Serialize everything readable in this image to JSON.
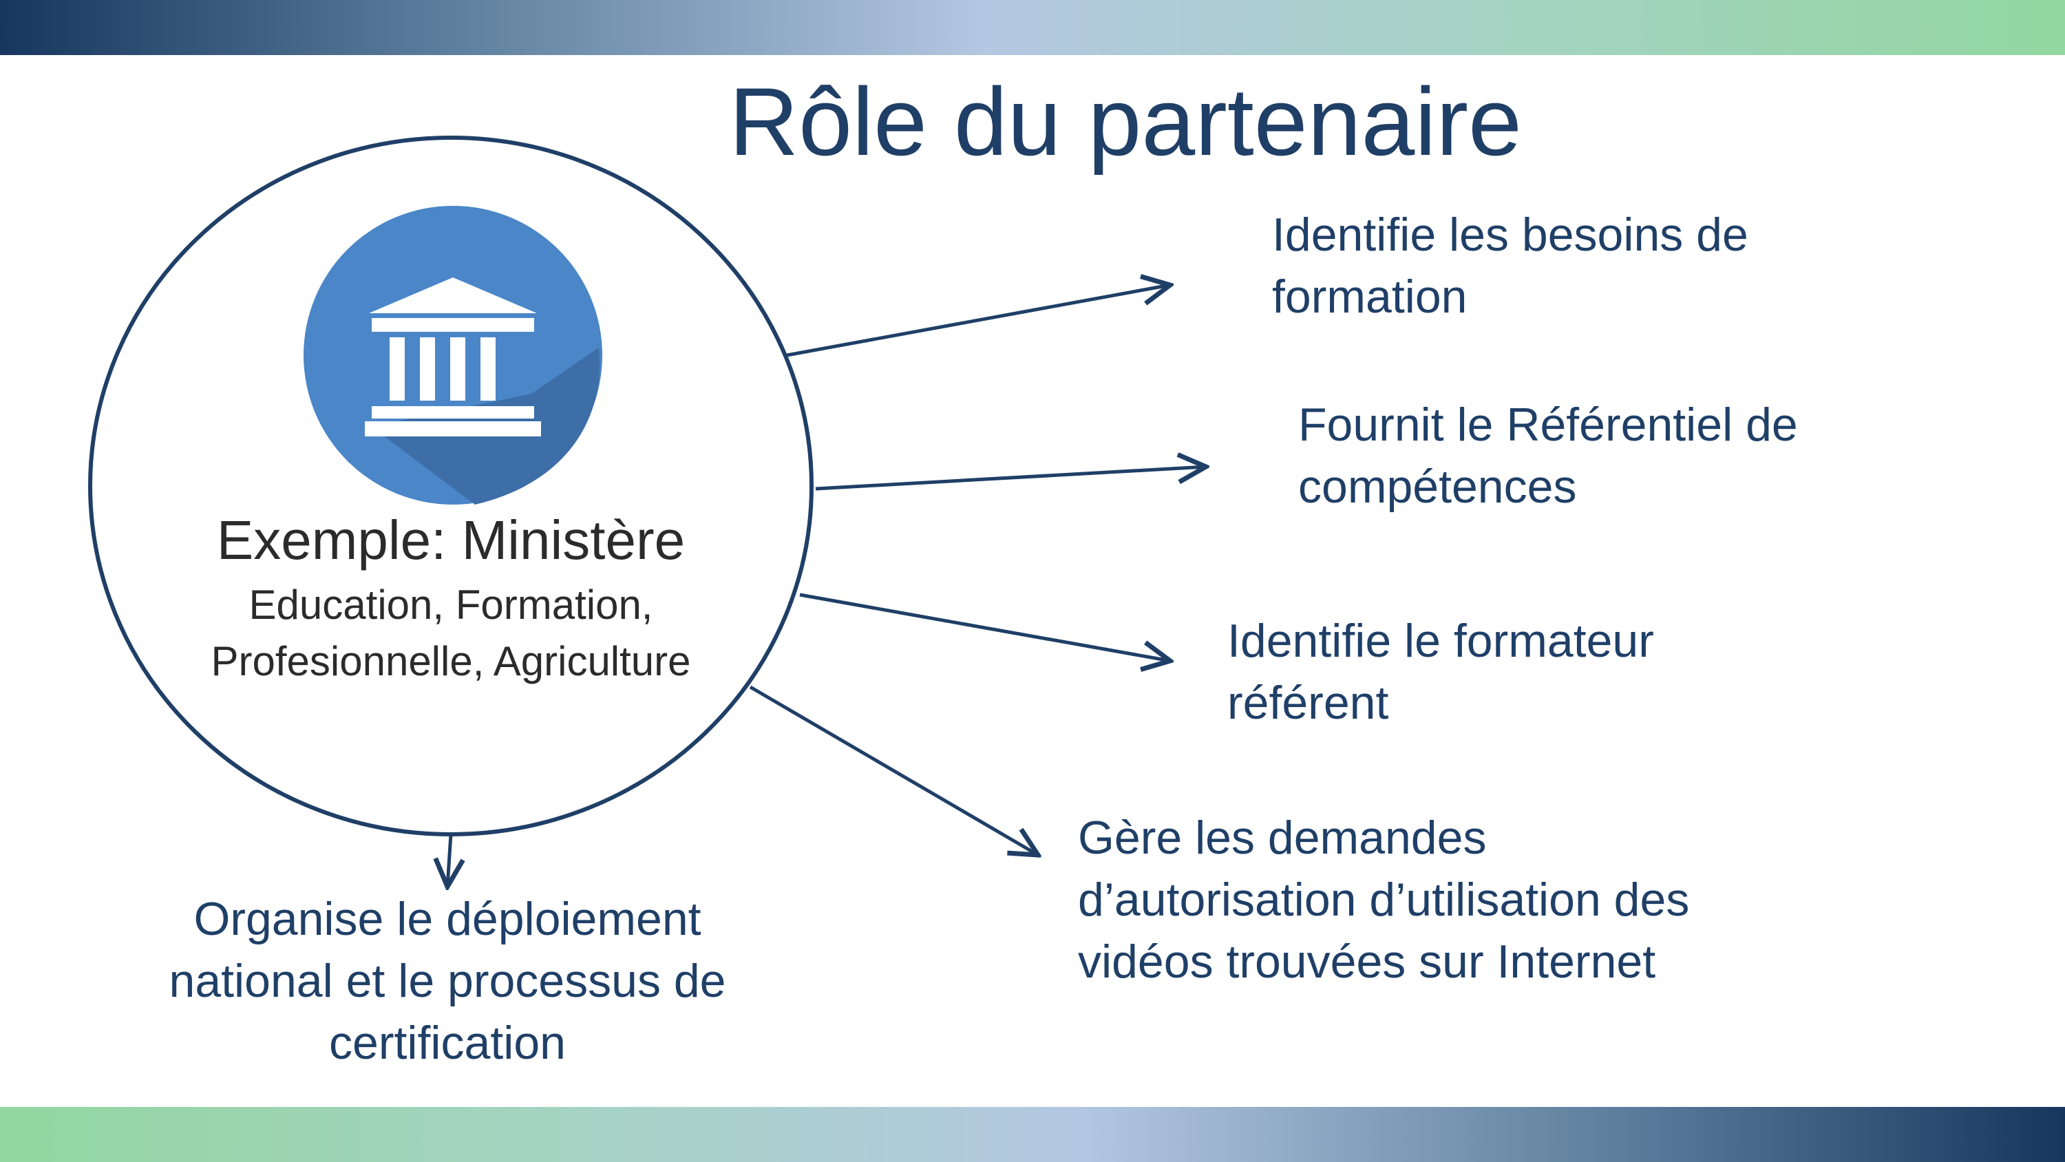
{
  "title": "Rôle du partenaire",
  "center": {
    "label": "Exemple: Ministère",
    "sublines": [
      "Education, Formation,",
      "Profesionnelle, Agriculture"
    ],
    "icon": "government-building-icon"
  },
  "roles": [
    {
      "id": "besoins",
      "lines": [
        "Identifie les besoins de",
        "formation"
      ]
    },
    {
      "id": "referentiel",
      "lines": [
        "Fournit le Référentiel de",
        "compétences"
      ]
    },
    {
      "id": "formateur",
      "lines": [
        "Identifie le formateur",
        "référent"
      ]
    },
    {
      "id": "videos",
      "lines": [
        "Gère les demandes",
        "d’autorisation d’utilisation des",
        "vidéos trouvées sur Internet"
      ]
    },
    {
      "id": "deploiement",
      "lines": [
        "Organise le déploiement",
        "national et le processus de",
        "certification"
      ]
    }
  ],
  "colors": {
    "text": "#1f3f67",
    "arrow": "#1f3f67",
    "icon_circle": "#4a86c8",
    "icon_shadow": "#3a6aa0",
    "center_text": "#2b2b2b"
  }
}
